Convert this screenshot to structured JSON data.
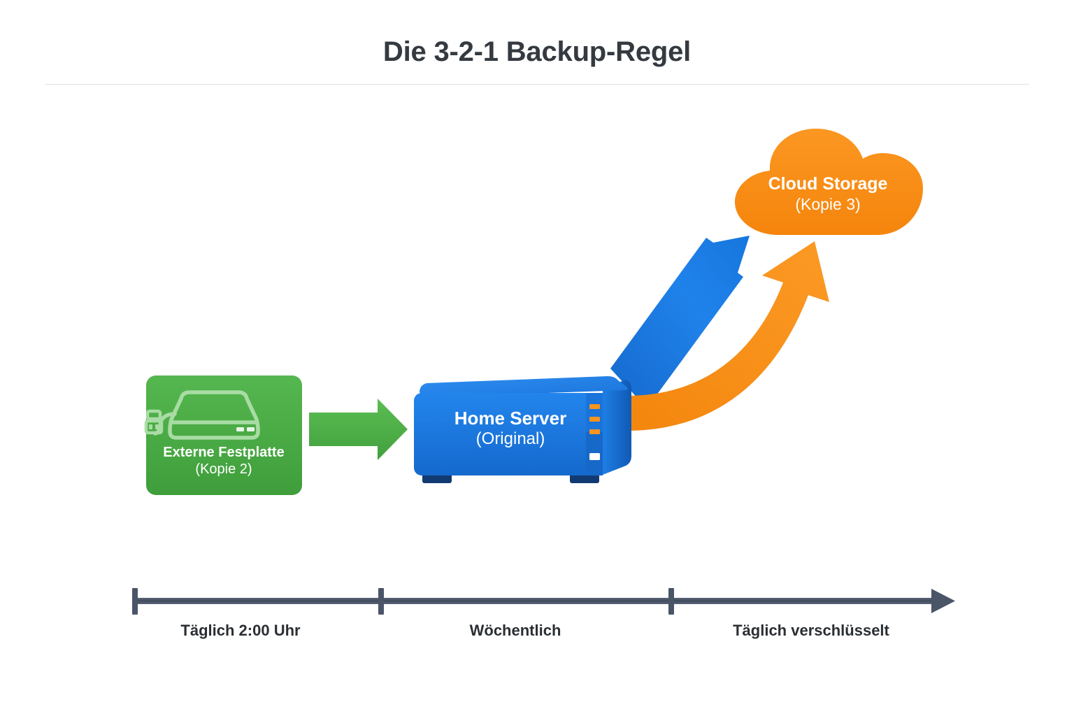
{
  "header": {
    "title": "Die 3-2-1 Backup-Regel"
  },
  "nodes": {
    "disk": {
      "name": "Externe Festplatte",
      "copy": "(Kopie 2)",
      "color": "#4CAF50",
      "icon": "external-hard-drive-icon"
    },
    "server": {
      "name": "Home Server",
      "copy": "(Original)",
      "color": "#1B7AE0",
      "icon": "nas-server-icon"
    },
    "cloud": {
      "name": "Cloud Storage",
      "copy": "(Kopie 3)",
      "color": "#F7901E",
      "icon": "cloud-icon"
    }
  },
  "arrows": [
    {
      "id": "disk-to-server",
      "color": "#4CAF50",
      "shape": "straight-right"
    },
    {
      "id": "server-to-cloud-upload",
      "color": "#1B7AE0",
      "shape": "straight-diagonal"
    },
    {
      "id": "server-to-cloud-encrypted",
      "color": "#F7901E",
      "shape": "curved"
    }
  ],
  "timeline": {
    "color": "#4A5568",
    "labels": [
      "Täglich 2:00 Uhr",
      "Wöchentlich",
      "Täglich verschlüsselt"
    ]
  }
}
